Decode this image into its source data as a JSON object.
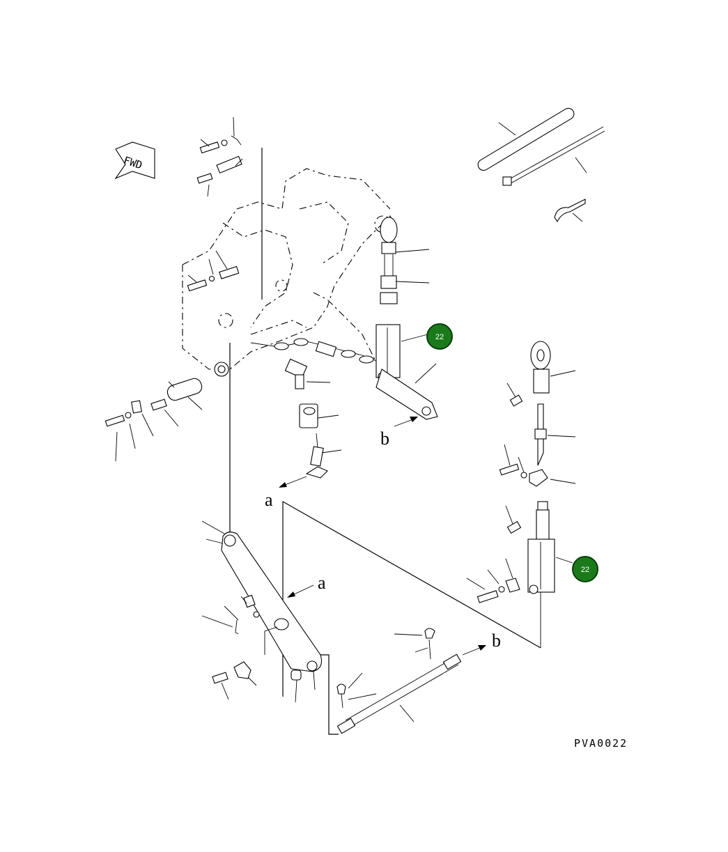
{
  "diagram": {
    "drawing_code": "PVA0022",
    "fwd_label": "FWD",
    "ref_labels": {
      "a_top": "a",
      "a_mid": "a",
      "b_top": "b",
      "b_bottom": "b"
    },
    "callouts": [
      {
        "id": "callout-1",
        "number": "22",
        "color": "#1a7a1a"
      },
      {
        "id": "callout-2",
        "number": "22",
        "color": "#1a7a1a"
      }
    ]
  }
}
